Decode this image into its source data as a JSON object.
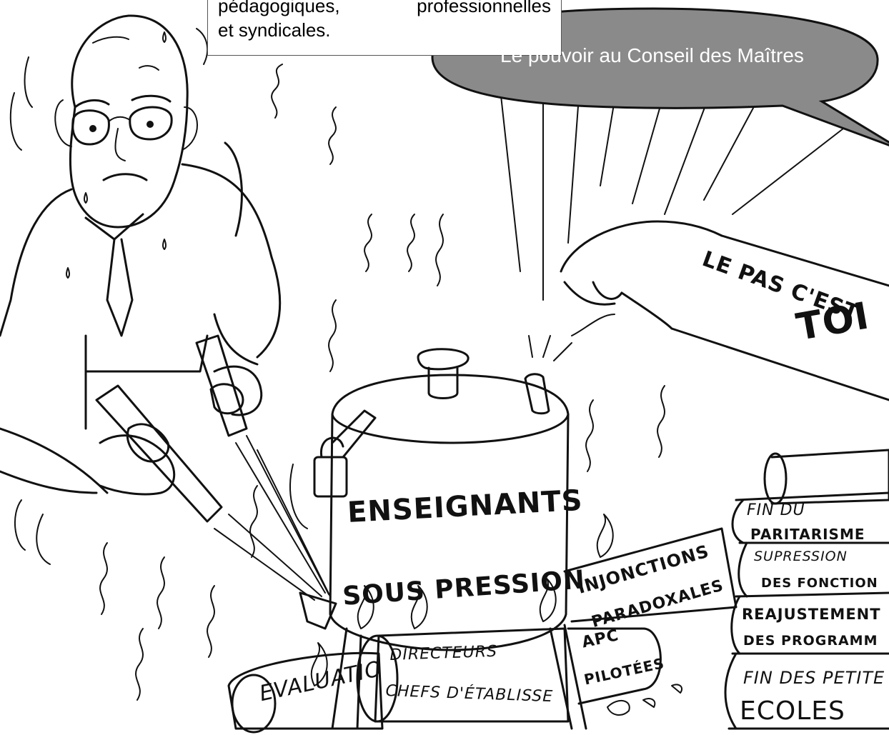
{
  "caption": {
    "line1": "pédagogiques,    professionnelles",
    "line2": "et syndicales."
  },
  "speech_bubble": {
    "text": "Le pouvoir au Conseil des Maîtres",
    "fill_color": "#8a8a8a"
  },
  "arm_tattoo": {
    "line1": "LE PAS C'EST",
    "line2": "TOI"
  },
  "pot_label": {
    "line1": "ENSEIGNANTS",
    "line2": "SOUS PRESSION"
  },
  "logs": {
    "evaluation": "EVALUATIO",
    "directeurs_1": "DIRECTEURS",
    "directeurs_2": "CHEFS D'ÉTABLISSE",
    "injonctions_1": "INJONCTIONS",
    "injonctions_2": "PARADOXALES",
    "apc_1": "APC",
    "apc_2": "PILOTÉES"
  },
  "stacked_logs": {
    "paritarisme_1": "FIN DU",
    "paritarisme_2": "PARITARISME",
    "suppression_1": "SUPRESSION",
    "suppression_2": "DES FONCTION",
    "reajustement_1": "REAJUSTEMENT",
    "reajustement_2": "DES PROGRAMM",
    "petites_1": "FIN DES PETITE",
    "petites_2": "ECOLES"
  }
}
